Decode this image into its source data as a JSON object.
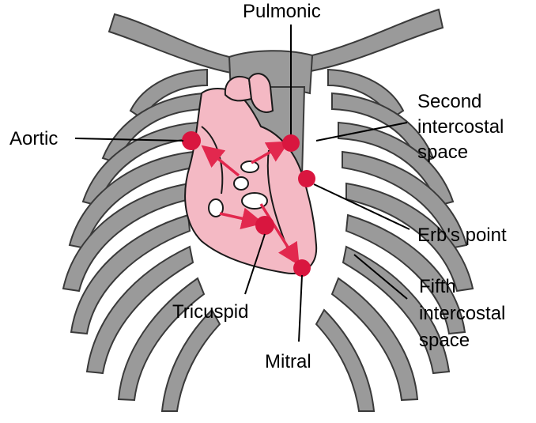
{
  "labels": {
    "pulmonic": "Pulmonic",
    "aortic": "Aortic",
    "second_intercostal": [
      "Second",
      "intercostal",
      "space"
    ],
    "erbs_point": "Erb's point",
    "tricuspid": "Tricuspid",
    "mitral": "Mitral",
    "fifth_intercostal": [
      "Fifth",
      "intercostal",
      "space"
    ]
  },
  "colors": {
    "bone": "#9a9a9a",
    "bone_outline": "#3a3a3a",
    "heart": "#f4b9c4",
    "heart_outline": "#1a1a1a",
    "auscultation_point": "#d9163f",
    "arrow": "#e2284e",
    "leader_line": "#000000"
  }
}
